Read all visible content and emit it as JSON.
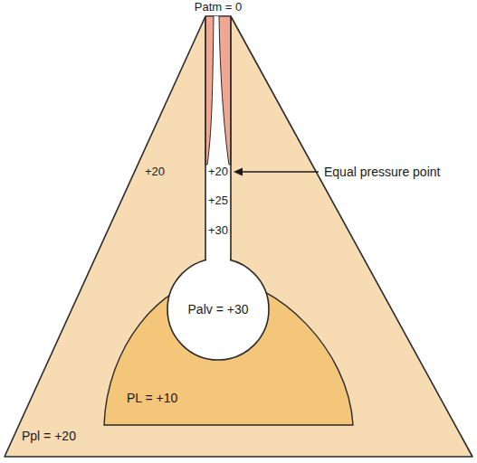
{
  "diagram": {
    "nodes": [
      {
        "text": [
          "Ppl = +20"
        ]
      },
      {
        "text": [
          "PL = +10"
        ],
        "in": 0
      },
      {
        "text": [
          "Palv = +30"
        ],
        "in": 0
      },
      {
        "text": [
          "+20",
          "+25",
          "+30"
        ],
        "in": 0
      }
    ],
    "labels": [
      "Patm = 0",
      "+20",
      "Equal pressure point"
    ]
  }
}
